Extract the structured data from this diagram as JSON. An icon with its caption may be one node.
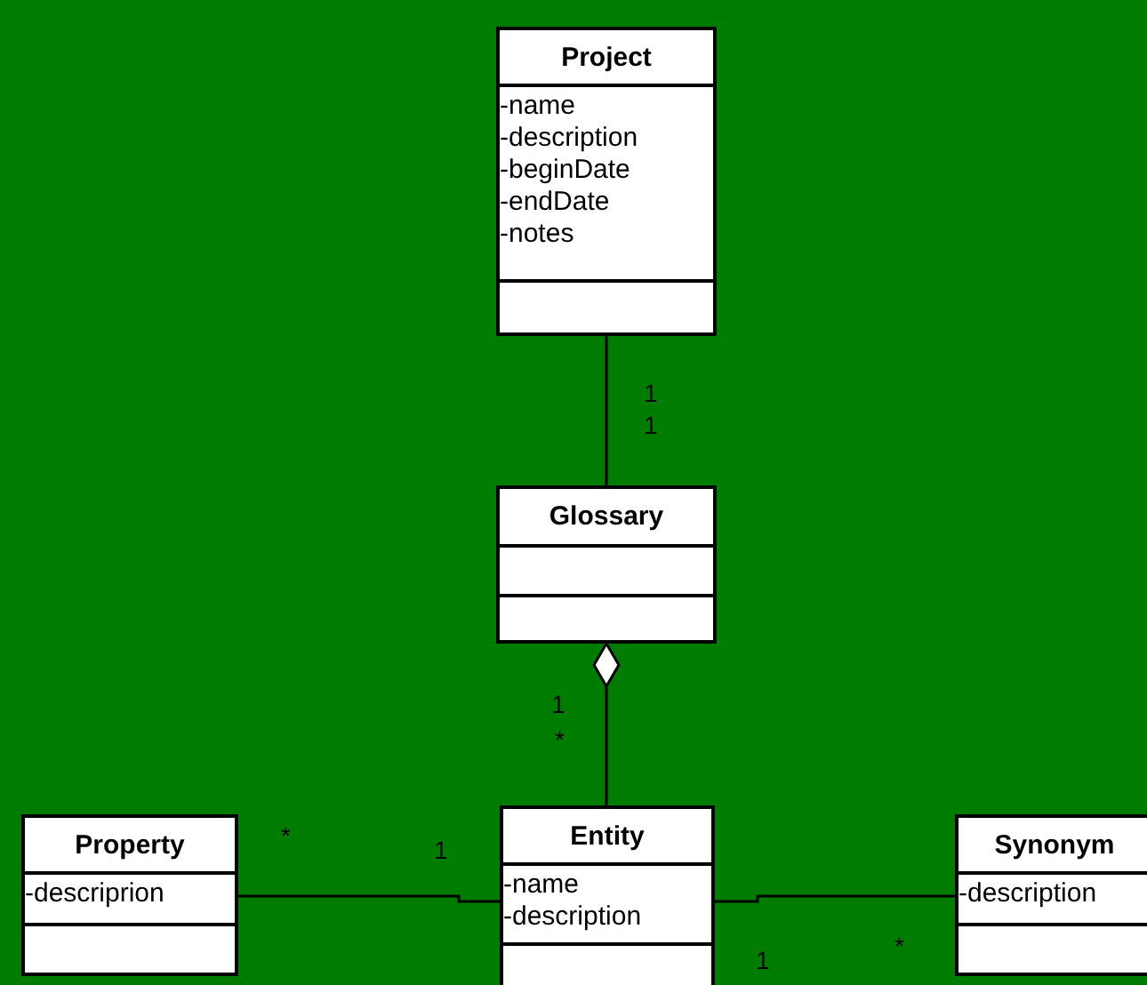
{
  "diagram": {
    "nodes": [
      {
        "text": [
          "Project",
          "-name",
          "-description",
          "-beginDate",
          "-endDate",
          "-notes"
        ]
      },
      {
        "text": [
          "Glossary"
        ]
      },
      {
        "text": [
          "Property",
          "-descriprion"
        ]
      },
      {
        "text": [
          "Entity",
          "-name",
          "-description"
        ]
      },
      {
        "text": [
          "Synonym",
          "-description"
        ]
      }
    ],
    "edges": [
      {
        "from": 0,
        "to": 1,
        "arrow": "none"
      },
      {
        "from": 1,
        "to": 3,
        "arrow": "other"
      },
      {
        "from": 2,
        "to": 3,
        "arrow": "none"
      },
      {
        "from": 3,
        "to": 4,
        "arrow": "none"
      }
    ],
    "labels": [
      "1",
      "1",
      "1",
      "*",
      "*",
      "1",
      "1",
      "*"
    ]
  }
}
